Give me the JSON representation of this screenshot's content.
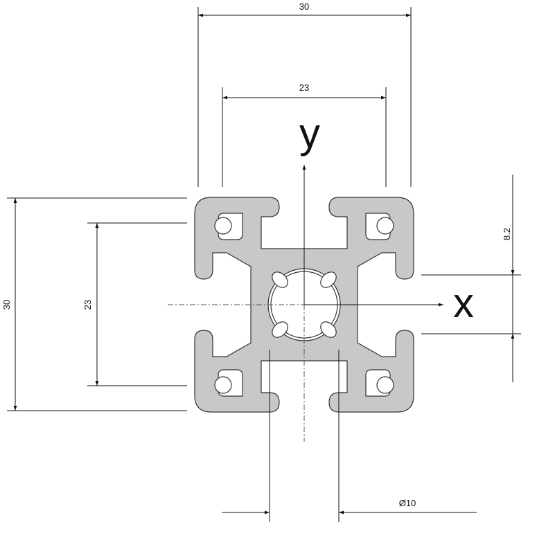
{
  "dimensions": {
    "overall_width": "30",
    "inner_width": "23",
    "overall_height": "30",
    "inner_height": "23",
    "slot_offset": "8.2",
    "bore_diameter": "Ø10"
  },
  "axes": {
    "x_label": "x",
    "y_label": "y"
  },
  "colors": {
    "profile_fill": "#c8c8c8",
    "line": "#111111"
  }
}
